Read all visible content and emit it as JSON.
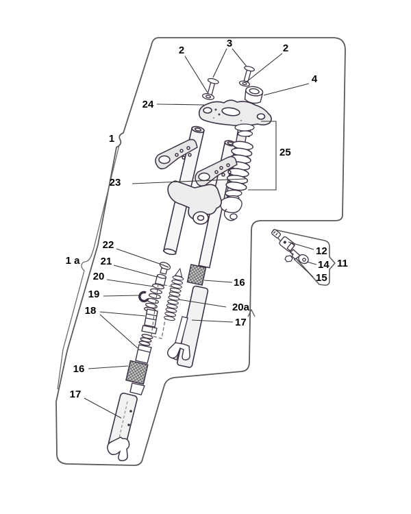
{
  "diagram": {
    "type": "exploded-parts-diagram",
    "colors": {
      "background": "#ffffff",
      "panel_border": "#5a5a5a",
      "part_line": "#3c3144",
      "label": "#000000",
      "shade": "#e9e9e9",
      "knurl_fill": "#cfcfcf",
      "leader": "#333333"
    },
    "callouts": [
      {
        "id": "2-top-left",
        "text": "2"
      },
      {
        "id": "3-top",
        "text": "3"
      },
      {
        "id": "2-top-right",
        "text": "2"
      },
      {
        "id": "4",
        "text": "4"
      },
      {
        "id": "24",
        "text": "24"
      },
      {
        "id": "1",
        "text": "1"
      },
      {
        "id": "25",
        "text": "25"
      },
      {
        "id": "23",
        "text": "23"
      },
      {
        "id": "1a",
        "text": "1 a"
      },
      {
        "id": "22",
        "text": "22"
      },
      {
        "id": "21",
        "text": "21"
      },
      {
        "id": "20",
        "text": "20"
      },
      {
        "id": "19",
        "text": "19"
      },
      {
        "id": "18",
        "text": "18"
      },
      {
        "id": "16-upper",
        "text": "16"
      },
      {
        "id": "20a",
        "text": "20a"
      },
      {
        "id": "17-upper",
        "text": "17"
      },
      {
        "id": "16-lower",
        "text": "16"
      },
      {
        "id": "17-lower",
        "text": "17"
      },
      {
        "id": "12",
        "text": "12"
      },
      {
        "id": "14",
        "text": "14"
      },
      {
        "id": "15",
        "text": "15"
      },
      {
        "id": "11",
        "text": "11"
      }
    ]
  }
}
